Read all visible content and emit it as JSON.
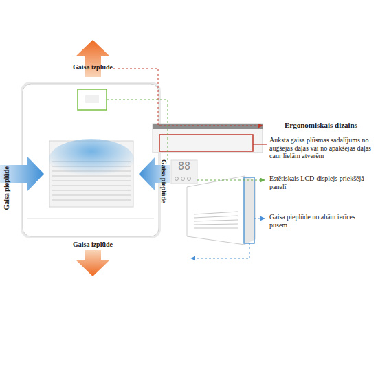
{
  "diagram": {
    "labels": [
      "Gaisa izplūde",
      "Gaisa pieplūde",
      "Gaisa pieplūde",
      "Gaisa izplūde",
      "88",
      "Ergonomiskais dizains",
      "Auksta gaisa plūsmas sadalījums no augšējās daļas vai no apakšējās daļas caur lielām atverēm",
      "Estētiskais LCD-displejs priekšējā panelī",
      "Gaisa pieplūde no abām ierīces pusēm"
    ]
  }
}
